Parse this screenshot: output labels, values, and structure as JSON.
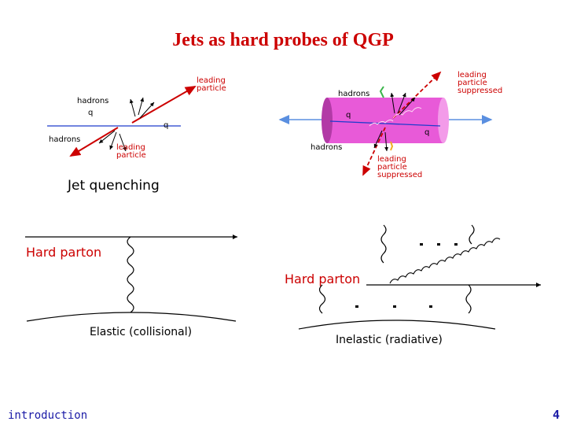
{
  "slide": {
    "title": "Jets as hard probes of QGP",
    "footer": "introduction",
    "page_number": "4"
  },
  "left_figure": {
    "hadrons_top": "hadrons",
    "hadrons_bottom": "hadrons",
    "leading_top_1": "leading",
    "leading_top_2": "particle",
    "leading_bottom_1": "leading",
    "leading_bottom_2": "particle",
    "q_left": "q",
    "q_right": "q"
  },
  "right_figure": {
    "leading_top_1": "leading",
    "leading_top_2": "particle",
    "leading_top_3": "suppressed",
    "hadrons_top": "hadrons",
    "hadrons_bottom": "hadrons",
    "q_left": "q",
    "q_right": "q",
    "leading_bottom_1": "leading",
    "leading_bottom_2": "particle",
    "leading_bottom_3": "suppressed"
  },
  "labels": {
    "jet_quenching": "Jet quenching",
    "hard_parton_left": "Hard parton",
    "hard_parton_right": "Hard parton",
    "elastic": "Elastic (collisional)",
    "inelastic": "Inelastic (radiative)"
  },
  "colors": {
    "title": "#cc0000",
    "arrow_red": "#cc0000",
    "quark_blue": "#1f3ccc",
    "medium_pink": "#e85ad8",
    "footer_blue": "#1a1aa6"
  }
}
